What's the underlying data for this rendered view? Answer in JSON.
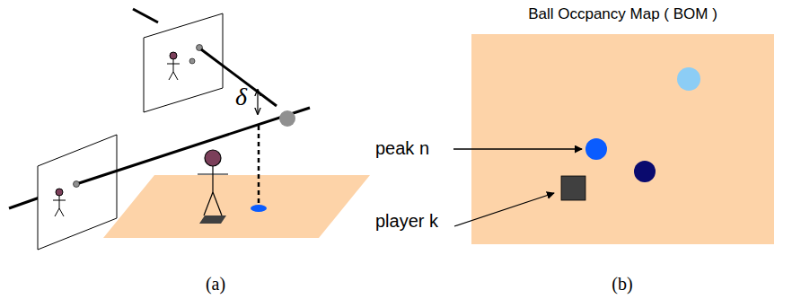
{
  "diagram": {
    "nodes": [
      {
        "text": [
          "Ball Occpancy Map ( BOM )"
        ]
      }
    ],
    "labels": [
      "δ",
      "peak n",
      "player k",
      "(a)",
      "(b)"
    ]
  }
}
